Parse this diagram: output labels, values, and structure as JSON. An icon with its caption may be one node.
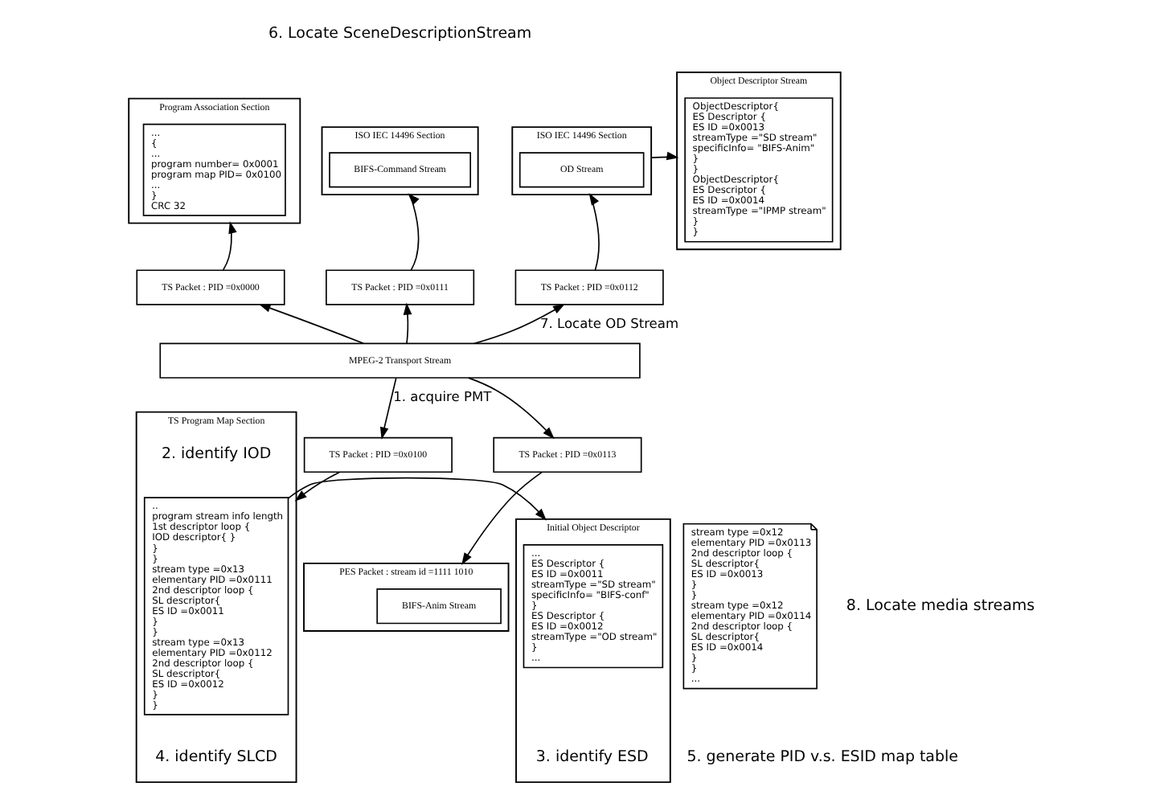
{
  "diagram": {
    "nodes": [
      {
        "text": [
          "Program Association Section"
        ]
      },
      {
        "text": [
          "...",
          "{",
          "...",
          "program number= 0x0001",
          "program map PID= 0x0100",
          "...",
          "}",
          "CRC 32"
        ],
        "in": 0
      },
      {
        "text": [
          "TS Packet : PID =0x0000"
        ]
      },
      {
        "text": [
          "ISO IEC 14496 Section"
        ]
      },
      {
        "text": [
          "BIFS-Command Stream"
        ],
        "in": 3
      },
      {
        "text": [
          "TS Packet : PID =0x0111"
        ]
      },
      {
        "text": [
          "ISO IEC 14496 Section"
        ]
      },
      {
        "text": [
          "OD Stream"
        ],
        "in": 6
      },
      {
        "text": [
          "TS Packet : PID =0x0112"
        ]
      },
      {
        "text": [
          "Object Descriptor Stream"
        ]
      },
      {
        "text": [
          "ObjectDescriptor{",
          "ES Descriptor {",
          "ES ID =0x0013",
          "streamType =\"SD stream\"",
          "specificInfo= \"BIFS-Anim\"",
          "}",
          "}",
          "ObjectDescriptor{",
          "ES Descriptor {",
          "ES ID =0x0014",
          "streamType =\"IPMP stream\"",
          "}",
          "}"
        ],
        "in": 9
      },
      {
        "text": [
          "MPEG-2 Transport Stream"
        ]
      },
      {
        "text": [
          "TS Packet : PID =0x0100"
        ]
      },
      {
        "text": [
          "Initial Object Descriptor"
        ]
      },
      {
        "text": [
          "...",
          "ES Descriptor {",
          "ES ID =0x0011",
          "streamType =\"SD stream\"",
          "specificInfo= \"BIFS-conf\"",
          "}",
          "ES Descriptor {",
          "ES ID =0x0012",
          "streamType =\"OD stream\"",
          "}",
          "..."
        ],
        "in": 13
      },
      {
        "text": [
          "TS Program Map Section"
        ]
      },
      {
        "text": [
          "..",
          "program stream info length",
          "1st descriptor loop {",
          "IOD descriptor{ }",
          "}",
          "}",
          "stream type =0x13",
          "elementary PID =0x0111",
          "2nd descriptor loop {",
          "SL descriptor{",
          "ES ID =0x0011",
          "}",
          "}",
          "stream type =0x13",
          "elementary PID =0x0112",
          "2nd descriptor loop {",
          "SL descriptor{",
          "ES ID =0x0012",
          "}",
          "}"
        ],
        "in": 15
      },
      {
        "text": [
          "stream type =0x12",
          "elementary PID =0x0113",
          "2nd descriptor loop {",
          "SL descriptor{",
          "ES ID =0x0013",
          "}",
          "}",
          "stream type =0x12",
          "elementary PID =0x0114",
          "2nd descriptor loop {",
          "SL descriptor{",
          "ES ID =0x0014",
          "}",
          "}",
          "..."
        ]
      },
      {
        "text": [
          "TS Packet : PID =0x0113"
        ]
      },
      {
        "text": [
          "PES Packet : stream id =1111 1010"
        ]
      },
      {
        "text": [
          "BIFS-Anim Stream"
        ],
        "in": 19
      }
    ],
    "edges": [
      {
        "from": 2,
        "to": 0,
        "arrow": "to"
      },
      {
        "from": 5,
        "to": 3,
        "arrow": "to"
      },
      {
        "from": 8,
        "to": 6,
        "arrow": "to"
      },
      {
        "from": 6,
        "to": 9,
        "arrow": "to"
      },
      {
        "from": 11,
        "to": 2,
        "arrow": "to"
      },
      {
        "from": 11,
        "to": 5,
        "arrow": "to"
      },
      {
        "from": 11,
        "to": 8,
        "arrow": "to",
        "label": "7. Locate OD Stream"
      },
      {
        "from": 11,
        "to": 12,
        "arrow": "to",
        "label": "1. acquire PMT"
      },
      {
        "from": 11,
        "to": 18,
        "arrow": "to"
      },
      {
        "from": 12,
        "to": 15,
        "arrow": "to"
      },
      {
        "from": 16,
        "to": 13,
        "arrow": "to"
      },
      {
        "from": 18,
        "to": 19,
        "arrow": "to"
      }
    ],
    "labels": [
      "6. Locate SceneDescriptionStream",
      "2. identify IOD",
      "8. Locate media streams",
      "3. identify ESD",
      "4. identify SLCD",
      "5. generate PID v.s. ESID map table"
    ]
  }
}
